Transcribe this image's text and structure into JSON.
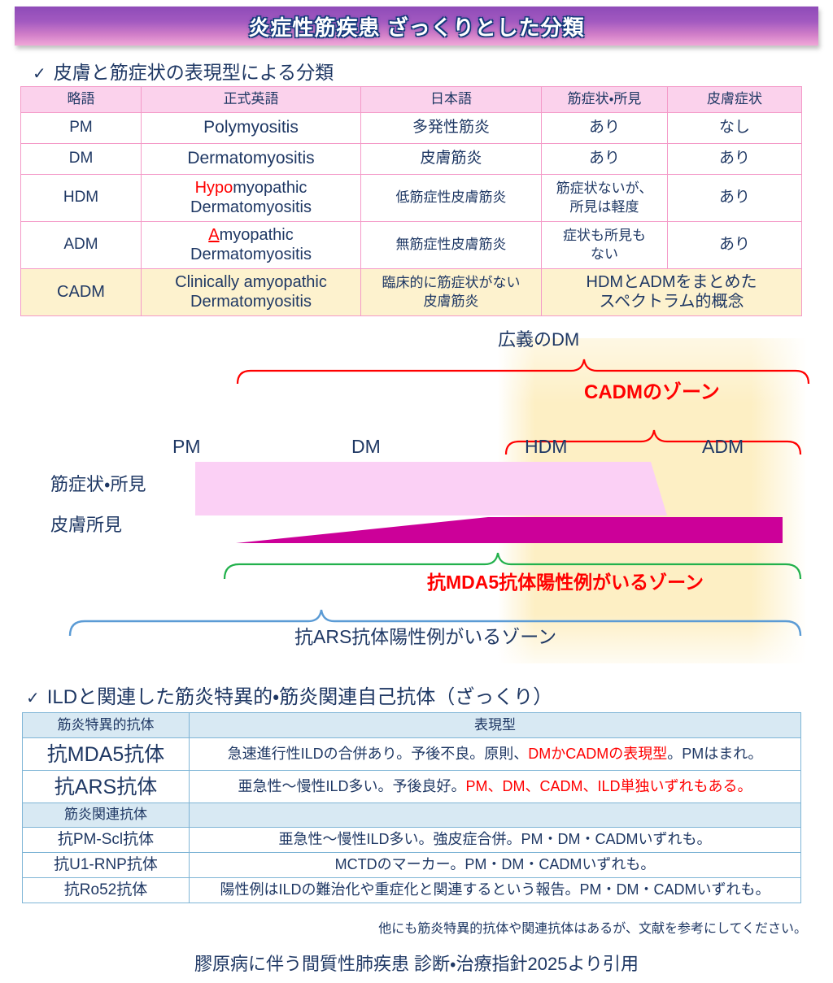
{
  "title": {
    "text": "炎症性筋疾患  ざっくりとした分類",
    "gradient_from": "#8E4BB8",
    "gradient_to": "#F0A8D8",
    "text_color": "#FFFFFF"
  },
  "colors": {
    "text_navy": "#1F3864",
    "accent_red": "#FF0000",
    "table1_header_bg": "#FBD2EC",
    "table1_border": "#F49AC8",
    "cadm_row_bg": "#FDF2CE",
    "table2_header_bg": "#D8E9F3",
    "table2_border": "#7FB5D6",
    "muscle_bar": "#FBD0F5",
    "skin_bar": "#CC0099",
    "zone_highlight": "#FDEFC4",
    "brace_red": "#FF0000",
    "brace_green": "#22B14C",
    "brace_blue": "#5B9BD5"
  },
  "sections": [
    {
      "check": "✓",
      "label": "皮膚と筋症状の表現型による分類"
    },
    {
      "check": "✓",
      "label": "ILDと関連した筋炎特異的・筋炎関連自己抗体（ざっくり）"
    }
  ],
  "table1": {
    "headers": [
      "略語",
      "正式英語",
      "日本語",
      "筋症状・所見",
      "皮膚症状"
    ],
    "rows": [
      {
        "abbr": "PM",
        "english_plain": "Polymyositis",
        "english_red": "",
        "english_rest": "",
        "english_line2": "",
        "japanese": "多発性筋炎",
        "muscle": "あり",
        "skin": "なし",
        "style": "single"
      },
      {
        "abbr": "DM",
        "english_plain": "Dermatomyositis",
        "english_red": "",
        "english_rest": "",
        "english_line2": "",
        "japanese": "皮膚筋炎",
        "muscle": "あり",
        "skin": "あり",
        "style": "single"
      },
      {
        "abbr": "HDM",
        "english_plain": "",
        "english_red": "Hypo",
        "english_rest": "myopathic",
        "english_line2": "Dermatomyositis",
        "japanese": "低筋症性皮膚筋炎",
        "muscle": "筋症状ないが、所見は軽度",
        "muscle_l1": "筋症状ないが、",
        "muscle_l2": "所見は軽度",
        "skin": "あり",
        "style": "two-line"
      },
      {
        "abbr": "ADM",
        "english_plain": "",
        "english_red": "A",
        "english_rest": "myopathic",
        "english_line2": "Dermatomyositis",
        "japanese": "無筋症性皮膚筋炎",
        "muscle": "症状も所見もない",
        "muscle_l1": "症状も所見も",
        "muscle_l2": "ない",
        "skin": "あり",
        "style": "two-line"
      }
    ],
    "cadm_row": {
      "abbr": "CADM",
      "english_l1": "Clinically amyopathic",
      "english_l2": "Dermatomyositis",
      "japanese_l1": "臨床的に筋症状がない",
      "japanese_l2": "皮膚筋炎",
      "merged_l1": "HDMとADMをまとめた",
      "merged_l2": "スペクトラム的概念"
    }
  },
  "diagram": {
    "broad_dm_label": "広義のDM",
    "cadm_zone_label": "CADMのゾーン",
    "spectrum_labels": [
      "PM",
      "DM",
      "HDM",
      "ADM"
    ],
    "row_labels": [
      "筋症状・所見",
      "皮膚所見"
    ],
    "mda5_zone_label": "抗MDA5抗体陽性例がいるゾーン",
    "ars_zone_label": "抗ARS抗体陽性例がいるゾーン"
  },
  "table2": {
    "header": {
      "col1": "筋炎特異的抗体",
      "col2": "表現型"
    },
    "rows": [
      {
        "antibody": "抗MDA5抗体",
        "phenotype_pre": "急速進行性ILDの合併あり。予後不良。原則、",
        "phenotype_red": "DMかCADMの表現型",
        "phenotype_post": "。PMはまれ。",
        "style": "big"
      },
      {
        "antibody": "抗ARS抗体",
        "phenotype_pre": "亜急性〜慢性ILD多い。予後良好。",
        "phenotype_red": "PM、DM、CADM、ILD単独いずれもある。",
        "phenotype_post": "",
        "style": "big"
      }
    ],
    "subheader": {
      "col1": "筋炎関連抗体",
      "col2": ""
    },
    "rows2": [
      {
        "antibody": "抗PM-Scl抗体",
        "phenotype_pre": "亜急性〜慢性ILD多い。強皮症合併。PM・DM・CADMいずれも。",
        "phenotype_red": "",
        "phenotype_post": "",
        "style": "norm"
      },
      {
        "antibody": "抗U1-RNP抗体",
        "phenotype_pre": "MCTDのマーカー。PM・DM・CADMいずれも。",
        "phenotype_red": "",
        "phenotype_post": "",
        "style": "norm"
      },
      {
        "antibody": "抗Ro52抗体",
        "phenotype_pre": "陽性例はILDの難治化や重症化と関連するという報告。PM・DM・CADMいずれも。",
        "phenotype_red": "",
        "phenotype_post": "",
        "style": "norm"
      }
    ]
  },
  "note": "他にも筋炎特異的抗体や関連抗体はあるが、文献を参考にしてください。",
  "citation": "膠原病に伴う間質性肺疾患  診断・治療指針2025より引用"
}
